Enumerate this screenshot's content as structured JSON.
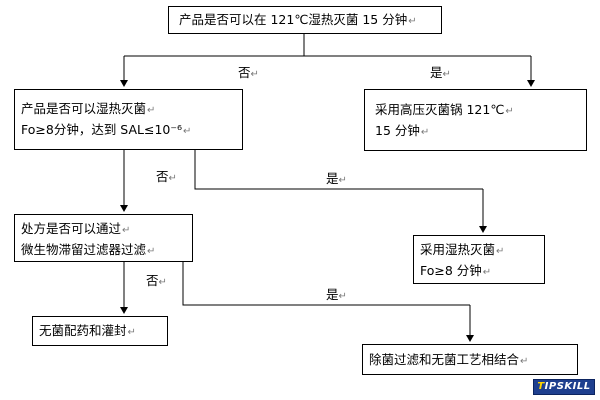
{
  "diagram": {
    "nodes": {
      "q1": {
        "lines": [
          "产品是否可以在 121℃湿热灭菌 15 分钟"
        ]
      },
      "a1": {
        "lines": [
          "采用高压灭菌锅    121℃",
          "15 分钟"
        ]
      },
      "q2": {
        "lines": [
          "产品是否可以湿热灭菌",
          "Fo≥8分钟，达到 SAL≤10⁻⁶"
        ]
      },
      "a2": {
        "lines": [
          "采用湿热灭菌",
          "Fo≥8 分钟"
        ]
      },
      "q3": {
        "lines": [
          "处方是否可以通过",
          "微生物滞留过滤器过滤"
        ]
      },
      "a3": {
        "lines": [
          "无菌配药和灌封"
        ]
      },
      "a4": {
        "lines": [
          "除菌过滤和无菌工艺相结合"
        ]
      }
    },
    "edge_labels": {
      "no1": "否",
      "yes1": "是",
      "no2": "否",
      "yes2": "是",
      "no3": "否",
      "yes3": "是"
    },
    "paragraph_mark": "↵",
    "watermark": {
      "text": "TIPSKILL",
      "lead": "T",
      "rest": "IPSKILL"
    },
    "colors": {
      "line": "#000000",
      "mark": "#7a7a7a",
      "logo_bg": "#1e3f8f",
      "logo_text": "#ffffff",
      "logo_accent": "#ffd400"
    }
  }
}
